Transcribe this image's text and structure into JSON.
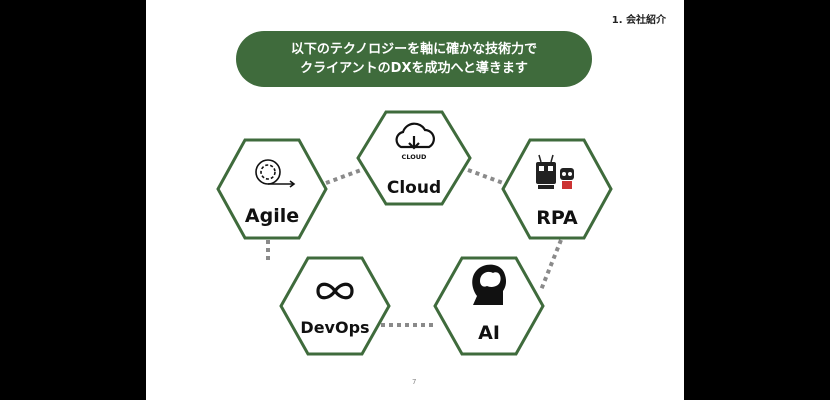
{
  "slide": {
    "section_label": "1. 会社紹介",
    "banner_line1": "以下のテクノロジーを軸に確かな技術力で",
    "banner_line2": "クライアントのDXを成功へと導きます",
    "page_number": "7"
  },
  "technologies": {
    "cloud": {
      "label": "Cloud",
      "icon": "cloud-download-icon",
      "icon_text": "CLOUD"
    },
    "agile": {
      "label": "Agile",
      "icon": "agile-cycle-icon"
    },
    "rpa": {
      "label": "RPA",
      "icon": "robot-icon"
    },
    "devops": {
      "label": "DevOps",
      "icon": "infinity-icon"
    },
    "ai": {
      "label": "AI",
      "icon": "brain-head-icon"
    }
  },
  "colors": {
    "banner": "#3f6b3c",
    "hex_stroke": "#3f6b3c",
    "connector": "#8a8a8a"
  }
}
